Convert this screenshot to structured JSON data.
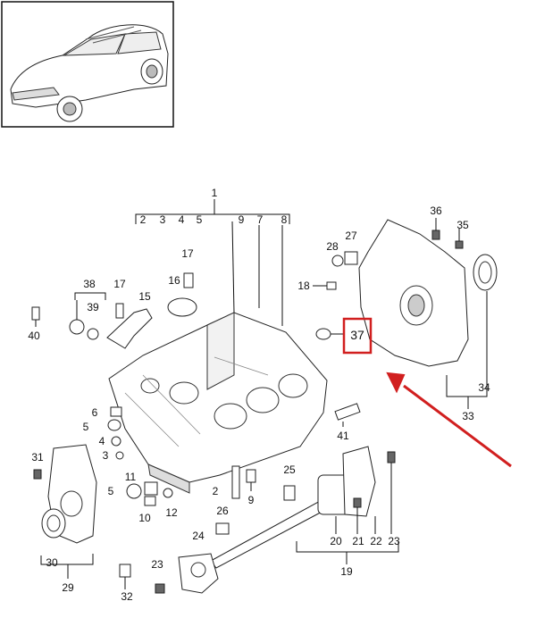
{
  "callouts": {
    "c1": "1",
    "c2": "2",
    "c3": "3",
    "c4": "4",
    "c5": "5",
    "c9": "9",
    "c7": "7",
    "c8": "8",
    "c36": "36",
    "c35": "35",
    "c28": "28",
    "c27": "27",
    "c17": "17",
    "c38": "38",
    "c16": "16",
    "c15": "15",
    "c39": "39",
    "c18": "18",
    "c40": "40",
    "c37": "37",
    "c34": "34",
    "c33": "33",
    "c6": "6",
    "c5b": "5",
    "c4b": "4",
    "c3b": "3",
    "c41": "41",
    "c31": "31",
    "c11": "11",
    "c25": "25",
    "c5c": "5",
    "c2b": "2",
    "c9b": "9",
    "c10": "10",
    "c12": "12",
    "c26": "26",
    "c24": "24",
    "c20": "20",
    "c21": "21",
    "c22": "22",
    "c23": "23",
    "c19": "19",
    "c30": "30",
    "c29": "29",
    "c23b": "23",
    "c32": "32"
  },
  "highlight": {
    "color": "#d11f1f"
  }
}
